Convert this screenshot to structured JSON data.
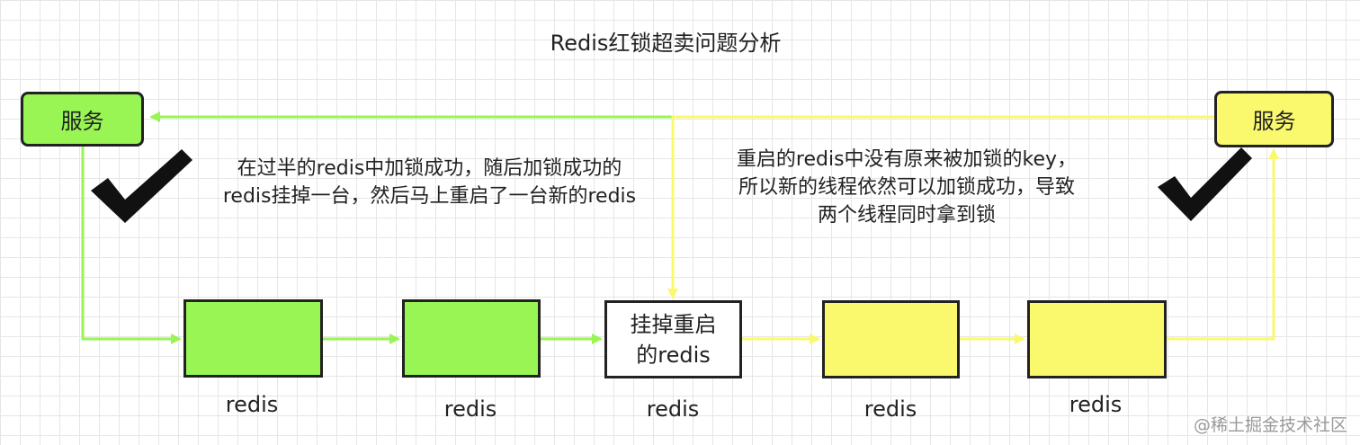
{
  "title": "Redis红锁超卖问题分析",
  "service_left": "服务",
  "service_right": "服务",
  "nodes": [
    {
      "name": "redis",
      "color": "green"
    },
    {
      "name": "redis",
      "color": "green"
    },
    {
      "name": "redis",
      "color": "white",
      "text": "挂掉重启\n的redis"
    },
    {
      "name": "redis",
      "color": "yellow"
    },
    {
      "name": "redis",
      "color": "yellow"
    }
  ],
  "note_left": "在过半的redis中加锁成功，随后加锁成功的\nredis挂掉一台，然后马上重启了一台新的redis",
  "note_right": "重启的redis中没有原来被加锁的key，\n所以新的线程依然可以加锁成功，导致\n两个线程同时拿到锁",
  "watermark": "@稀土掘金技术社区",
  "colors": {
    "green": "#98f553",
    "yellow": "#faf86d",
    "white": "#ffffff"
  }
}
